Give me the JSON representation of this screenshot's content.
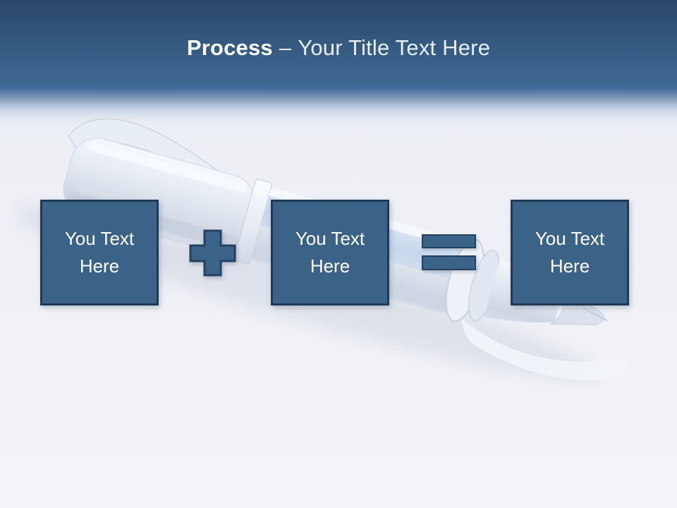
{
  "slide": {
    "kind": "presentation-slide",
    "background_watermark": "fountain-pen-image"
  },
  "title": {
    "emphasis": "Process",
    "dash": "–",
    "rest": "Your Title Text Here"
  },
  "boxes": [
    {
      "label": "You Text\nHere"
    },
    {
      "label": "You Text\nHere"
    },
    {
      "label": "You Text\nHere"
    }
  ],
  "operators": [
    {
      "type": "plus"
    },
    {
      "type": "equals"
    }
  ],
  "colors": {
    "header_top": "#294969",
    "header_bottom": "#41699a",
    "page_bg": "#f1f2f6",
    "box_fill": "#3b6287",
    "box_border": "#1f3a57",
    "box_text": "#ffffff",
    "op_fill": "#3b6287",
    "op_border": "#24415f",
    "title_main": "#ffffff",
    "title_secondary": "#e6edf7"
  }
}
